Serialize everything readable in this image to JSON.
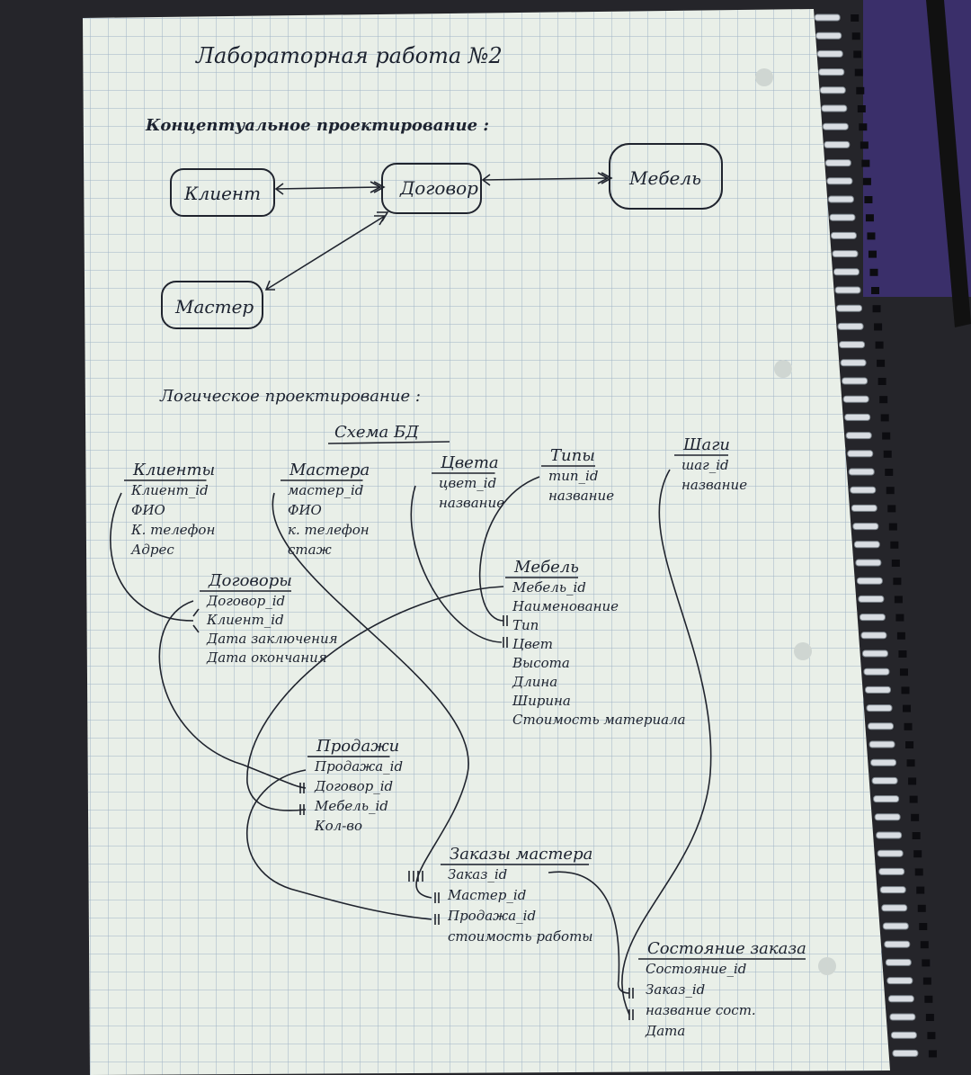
{
  "page": {
    "title": "Лабораторная работа №2",
    "conceptual_heading": "Концептуальное проектирование :",
    "logical_heading": "Логическое проектирование :",
    "schema_heading": "Схема БД"
  },
  "conceptual": {
    "entities": {
      "client": "Клиент",
      "contract": "Договор",
      "furniture": "Мебель",
      "master": "Мастер"
    }
  },
  "tables": {
    "clients": {
      "name": "Клиенты",
      "fields": [
        "Клиент_id",
        "ФИО",
        "К. телефон",
        "Адрес"
      ]
    },
    "masters": {
      "name": "Мастера",
      "fields": [
        "мастер_id",
        "ФИО",
        "к. телефон",
        "стаж"
      ]
    },
    "colors": {
      "name": "Цвета",
      "fields": [
        "цвет_id",
        "название"
      ]
    },
    "types": {
      "name": "Типы",
      "fields": [
        "тип_id",
        "название"
      ]
    },
    "steps": {
      "name": "Шаги",
      "fields": [
        "шаг_id",
        "название"
      ]
    },
    "furniture": {
      "name": "Мебель",
      "fields": [
        "Мебель_id",
        "Наименование",
        "Тип",
        "Цвет",
        "Высота",
        "Длина",
        "Ширина",
        "Стоимость материала"
      ]
    },
    "contracts": {
      "name": "Договоры",
      "fields": [
        "Договор_id",
        "Клиент_id",
        "Дата заключения",
        "Дата окончания"
      ]
    },
    "sales": {
      "name": "Продажи",
      "fields": [
        "Продажа_id",
        "Договор_id",
        "Мебель_id",
        "Кол-во"
      ]
    },
    "orders": {
      "name": "Заказы мастера",
      "fields": [
        "Заказ_id",
        "Мастер_id",
        "Продажа_id",
        "стоимость работы"
      ]
    },
    "order_state": {
      "name": "Состояние заказа",
      "fields": [
        "Состояние_id",
        "Заказ_id",
        "название сост.",
        "Дата"
      ]
    }
  },
  "colors": {
    "paper": "#e9efe8",
    "grid": "#9fb3c6",
    "ink": "#1d2330",
    "background": "#2a2a2e"
  }
}
